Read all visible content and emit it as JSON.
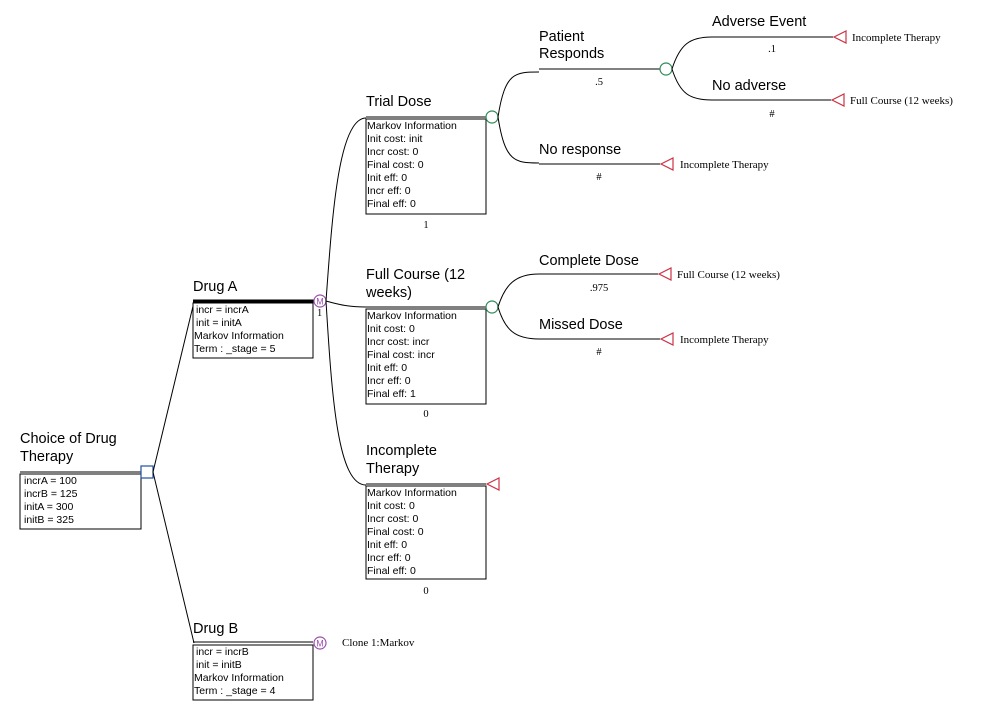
{
  "tree": {
    "root": {
      "label_lines": [
        "Choice of Drug",
        "Therapy"
      ],
      "box": [
        "incrA = 100",
        "incrB = 125",
        "initA = 300",
        "initB = 325"
      ]
    },
    "drug_a": {
      "label": "Drug A",
      "box": [
        "incr = incrA",
        "init = initA",
        "Markov Information",
        " Term : _stage = 5"
      ],
      "markov_symbol": "M",
      "prob": "1"
    },
    "drug_b": {
      "label": "Drug B",
      "box": [
        "incr = incrB",
        "init = initB",
        "Markov Information",
        " Term : _stage = 4"
      ],
      "markov_symbol": "M",
      "clone": "Clone 1:Markov"
    },
    "trial_dose": {
      "label": "Trial Dose",
      "box": [
        "Markov Information",
        "Init cost: init",
        "Incr cost: 0",
        "Final cost: 0",
        "Init eff: 0",
        "Incr eff: 0",
        "Final eff: 0"
      ],
      "prob": "1"
    },
    "full_course": {
      "label_lines": [
        "Full Course (12",
        "weeks)"
      ],
      "box": [
        "Markov Information",
        "Init cost: 0",
        "Incr cost: incr",
        "Final cost: incr",
        "Init eff: 0",
        "Incr eff: 0",
        "Final eff: 1"
      ],
      "prob": "0"
    },
    "incomplete": {
      "label_lines": [
        "Incomplete",
        "Therapy"
      ],
      "box": [
        "Markov Information",
        "Init cost: 0",
        "Incr cost: 0",
        "Final cost: 0",
        "Init eff: 0",
        "Incr eff: 0",
        "Final eff: 0"
      ],
      "prob": "0"
    },
    "patient_responds": {
      "label_lines": [
        "Patient",
        "Responds"
      ],
      "prob": ".5"
    },
    "no_response": {
      "label": "No response",
      "prob": "#",
      "terminal": "Incomplete Therapy"
    },
    "adverse_event": {
      "label": "Adverse Event",
      "prob": ".1",
      "terminal": "Incomplete Therapy"
    },
    "no_adverse": {
      "label": "No adverse",
      "prob": "#",
      "terminal": "Full Course (12 weeks)"
    },
    "complete_dose": {
      "label": "Complete Dose",
      "prob": ".975",
      "terminal": "Full Course (12 weeks)"
    },
    "missed_dose": {
      "label": "Missed Dose",
      "prob": "#",
      "terminal": "Incomplete Therapy"
    }
  },
  "colors": {
    "line": "#000000",
    "chance_node": "#2e8b57",
    "markov_node": "#a050b0",
    "decision_node": "#2050a0",
    "terminal_node": "#cc3344"
  }
}
